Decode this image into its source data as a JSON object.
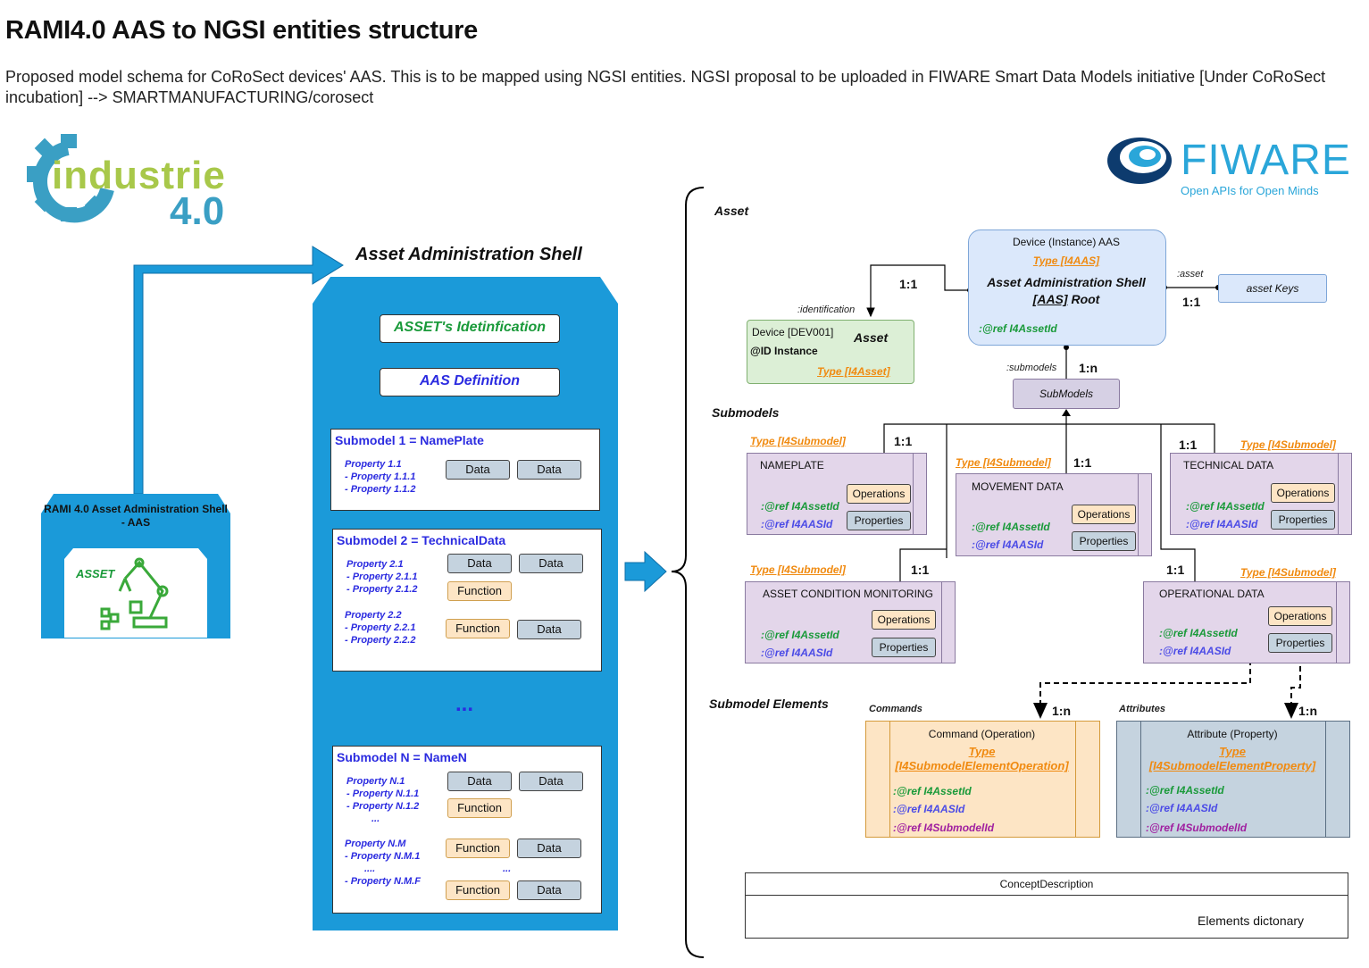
{
  "title": "RAMI4.0 AAS to NGSI entities structure",
  "subtitle": "Proposed model schema for CoRoSect devices' AAS. This is to be mapped using NGSI entities. NGSI proposal to be uploaded in FIWARE Smart Data Models initiative [Under CoRoSect incubation] --> SMARTMANUFACTURING/corosect",
  "logos": {
    "industrie_word": "industrie",
    "industrie_version": "4.0",
    "fiware_word": "FIWARE",
    "fiware_tagline": "Open APIs for Open Minds"
  },
  "rami": {
    "title": "RAMI 4.0 Asset Administration Shell - AAS",
    "asset_label": "ASSET"
  },
  "aas": {
    "heading": "Asset Administration Shell",
    "identification": "ASSET's Idetinfication",
    "definition": "AAS Definition",
    "ellipsis": "...",
    "submodel1": {
      "title": "Submodel 1 = NamePlate",
      "props": [
        "Property 1.1",
        "- Property 1.1.1",
        "- Property 1.1.2"
      ],
      "chips": [
        "Data",
        "Data"
      ]
    },
    "submodel2": {
      "title": "Submodel 2 = TechnicalData",
      "group1": [
        "Property 2.1",
        "- Property 2.1.1",
        "- Property 2.1.2"
      ],
      "group2": [
        "Property 2.2",
        "- Property 2.2.1",
        "- Property 2.2.2"
      ],
      "chips": [
        "Data",
        "Data",
        "Function",
        "Function",
        "Data"
      ]
    },
    "submodelN": {
      "title": "Submodel N = NameN",
      "group1": [
        "Property N.1",
        "- Property N.1.1",
        "- Property N.1.2",
        "..."
      ],
      "group2": [
        "Property N.M",
        "- Property N.M.1",
        "....",
        "- Property N.M.F"
      ],
      "dots": "...",
      "chips": [
        "Data",
        "Data",
        "Function",
        "Function",
        "Data",
        "Function",
        "Data"
      ]
    }
  },
  "sections": {
    "asset": "Asset",
    "submodels": "Submodels",
    "submodel_elements": "Submodel Elements"
  },
  "root": {
    "header": "Device (Instance) AAS",
    "type": "Type [I4AAS]",
    "name_line1": "Asset Administration Shell",
    "name_aas": "[AAS]",
    "name_root": " Root",
    "ref": ":@ref I4AssetId"
  },
  "asset_keys": "asset Keys",
  "asset_keys_label": ":asset",
  "asset_box": {
    "device": "Device [DEV001]",
    "name": "Asset",
    "instance": "@ID Instance",
    "type": "Type [I4Asset]",
    "label": ":identification"
  },
  "submodels_node": "SubModels",
  "submodels_label": ":submodels",
  "relations": {
    "r_asset_left": "1:1",
    "r_asset_right": "1:1",
    "r_sub": "1:n",
    "r_name": "1:1",
    "r_move": "1:1",
    "r_tech": "1:1",
    "r_acm": "1:1",
    "r_op": "1:1",
    "r_cmd": "1:n",
    "r_attr": "1:n"
  },
  "submodel_type": "Type [I4Submodel]",
  "ops_label": "Operations",
  "props_label": "Properties",
  "ref_asset": ":@ref I4AssetId",
  "ref_aas": ":@ref I4AASId",
  "ref_submodel": ":@ref I4SubmodelId",
  "sm_names": {
    "nameplate": "NAMEPLATE",
    "movement": "MOVEMENT DATA",
    "technical": "TECHNICAL DATA",
    "acm": "ASSET CONDITION MONITORING",
    "operational": "OPERATIONAL DATA"
  },
  "elements": {
    "commands_label": "Commands",
    "attributes_label": "Attributes",
    "command_header": "Command (Operation)",
    "command_type1": "Type",
    "command_type2": "[I4SubmodelElementOperation]",
    "attribute_header": "Attribute (Property)",
    "attribute_type1": "Type",
    "attribute_type2": "[I4SubmodelElementProperty]"
  },
  "concept": {
    "header": "ConceptDescription",
    "body": "Elements dictonary"
  },
  "colors": {
    "panel_blue": "#1b9ad9",
    "submodel_purple": "#e3d6ea",
    "root_blue": "#dbe8fb",
    "asset_green": "#dcefd6",
    "operations_orange": "#fde5c5",
    "properties_gray": "#c5d3df",
    "type_orange": "#f08a10"
  }
}
